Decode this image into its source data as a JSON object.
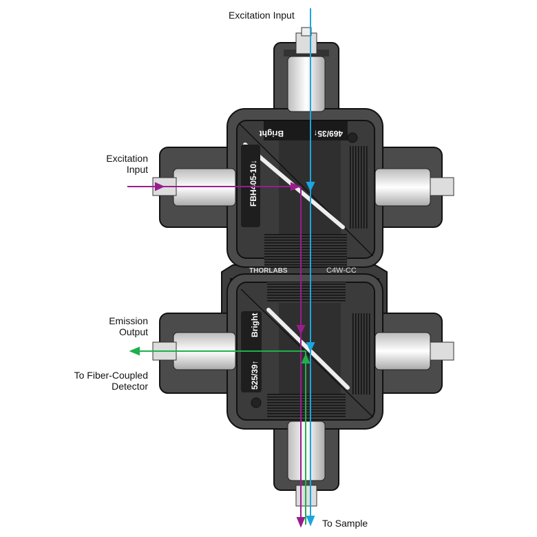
{
  "labels": {
    "top_input": "Excitation Input",
    "side_input_1": "Excitation",
    "side_input_2": "Input",
    "emission_1": "Emission",
    "emission_2": "Output",
    "detector_1": "To Fiber-Coupled",
    "detector_2": "Detector",
    "sample": "To Sample"
  },
  "parts": {
    "brand": "THORLABS",
    "model": "C4W-CC",
    "filter_top": "469/35↑",
    "filter_top_brand": "Bright",
    "filter_left_top": "FBH405-10↓",
    "filter_left_bottom": "525/39↑",
    "filter_left_bottom_brand": "Bright"
  },
  "colors": {
    "blue_beam": "#1aa6df",
    "purple_beam": "#9a1d8e",
    "green_beam": "#1fb04c",
    "housing": "#4b4b4b"
  }
}
